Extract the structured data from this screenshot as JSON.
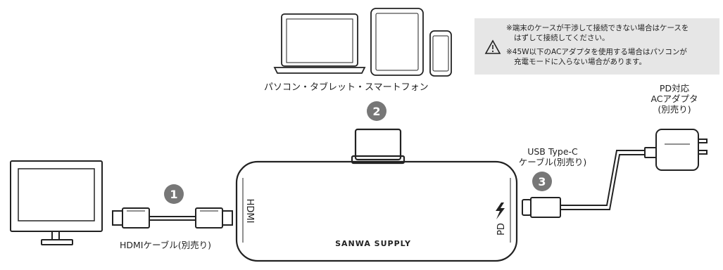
{
  "devices": {
    "caption": "パソコン・タブレット・スマートフォン"
  },
  "note": {
    "icon": "warning-triangle-icon",
    "line1a": "※端末のケースが干渉して接続できない場合はケースを",
    "line1b": "はずして接続してください。",
    "line2a": "※45W以下のACアダプタを使用する場合はパソコンが",
    "line2b": "充電モードに入らない場合があります。"
  },
  "markers": {
    "m1": "1",
    "m2": "2",
    "m3": "3"
  },
  "hub": {
    "brand": "SANWA SUPPLY",
    "port_left": "HDMI",
    "port_right": "PD"
  },
  "labels": {
    "hdmi_cable": "HDMIケーブル(別売り)",
    "usbc_line1": "USB Type-C",
    "usbc_line2": "ケーブル(別売り)",
    "adapter_line1": "PD対応",
    "adapter_line2": "ACアダプタ",
    "adapter_line3": "(別売り)"
  },
  "colors": {
    "marker": "#777777",
    "note_bg": "#e6e6e6",
    "stroke": "#222222"
  }
}
